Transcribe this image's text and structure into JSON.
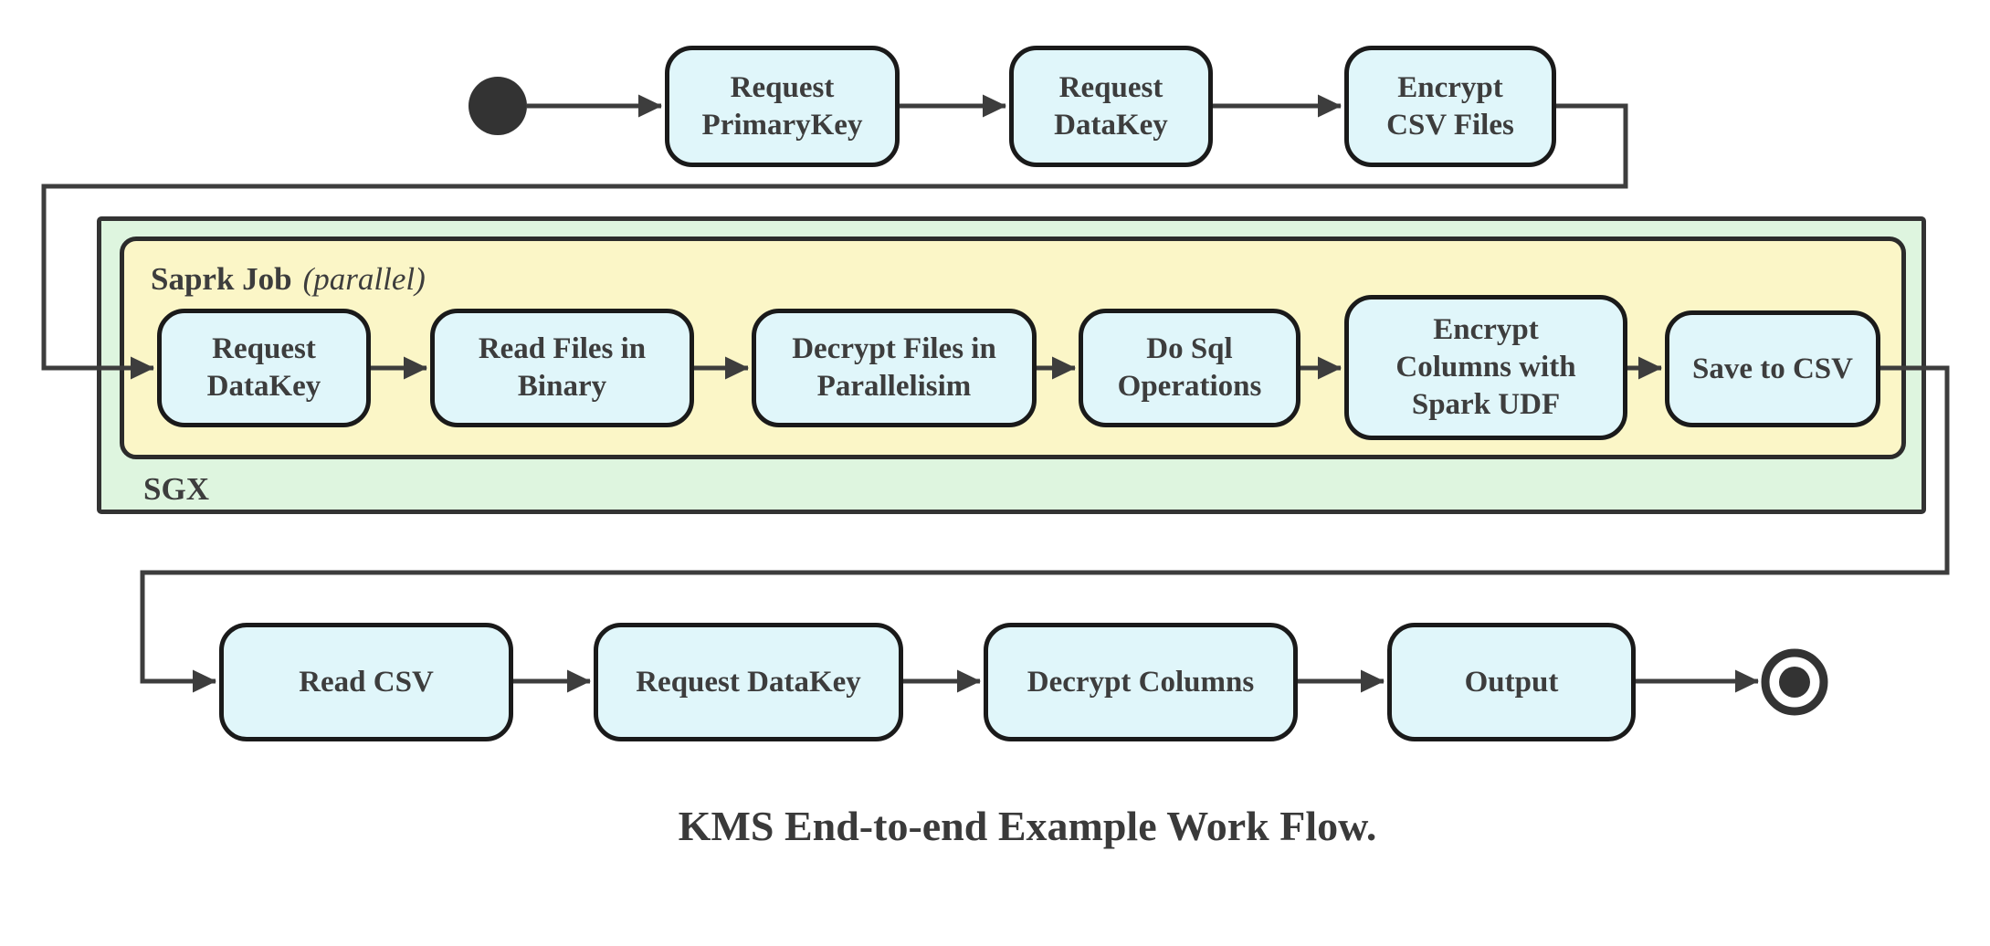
{
  "colors": {
    "node_fill": "#e0f6fa",
    "node_border": "#1a1a1a",
    "sgx_fill": "#def5df",
    "spark_fill": "#fbf6c7",
    "container_border": "#333333",
    "connector": "#3d3d3d",
    "text": "#3d3d3d",
    "background": "#ffffff"
  },
  "containers": {
    "sgx_label": "SGX",
    "spark_job_label": "Saprk Job",
    "spark_job_qualifier": "(parallel)"
  },
  "nodes": {
    "top": [
      {
        "label": "Request\nPrimaryKey"
      },
      {
        "label": "Request\nDataKey"
      },
      {
        "label": "Encrypt\nCSV Files"
      }
    ],
    "middle": [
      {
        "label": "Request\nDataKey"
      },
      {
        "label": "Read Files in\nBinary"
      },
      {
        "label": "Decrypt Files in\nParallelisim"
      },
      {
        "label": "Do Sql\nOperations"
      },
      {
        "label": "Encrypt\nColumns with\nSpark UDF"
      },
      {
        "label": "Save to CSV"
      }
    ],
    "bottom": [
      {
        "label": "Read CSV"
      },
      {
        "label": "Request DataKey"
      },
      {
        "label": "Decrypt Columns"
      },
      {
        "label": "Output"
      }
    ]
  },
  "markers": {
    "start_icon": "filled-circle-start",
    "end_icon": "ringed-circle-end"
  },
  "caption": "KMS End-to-end Example Work Flow."
}
